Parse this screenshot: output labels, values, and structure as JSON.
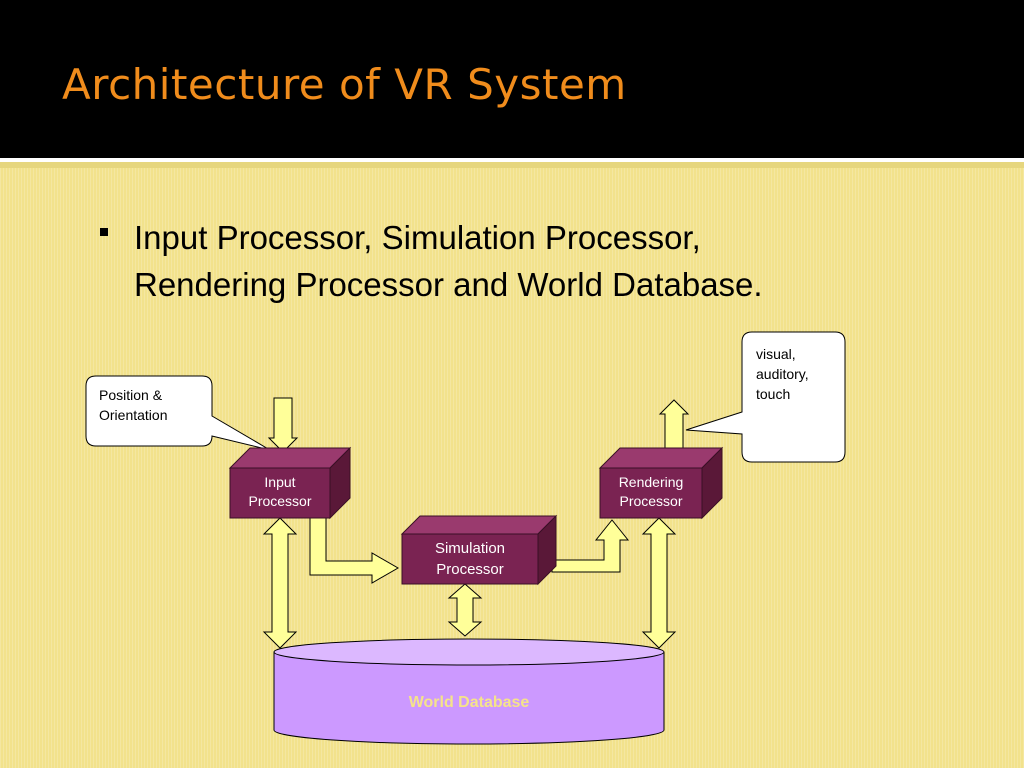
{
  "slide": {
    "title": "Architecture of VR System",
    "bullet": {
      "line1": "Input Processor, Simulation Processor,",
      "line2": "Rendering Processor and World Database."
    }
  },
  "diagram": {
    "input_processor": {
      "line1": "Input",
      "line2": "Processor"
    },
    "rendering_processor": {
      "line1": "Rendering",
      "line2": "Processor"
    },
    "simulation_processor": {
      "line1": "Simulation",
      "line2": "Processor"
    },
    "world_database": "World Database",
    "callout_input": {
      "line1": "Position &",
      "line2": "Orientation"
    },
    "callout_output": {
      "line1": "visual,",
      "line2": "auditory,",
      "line3": "touch"
    }
  },
  "colors": {
    "background": "#f2e28c",
    "header": "#000000",
    "title": "#f08c1c",
    "box_front": "#7a2352",
    "box_top": "#9a3a6e",
    "box_side": "#5a1838",
    "arrow_fill": "#ffff99",
    "database_fill": "#cc99ff",
    "database_text": "#f5e38a"
  }
}
